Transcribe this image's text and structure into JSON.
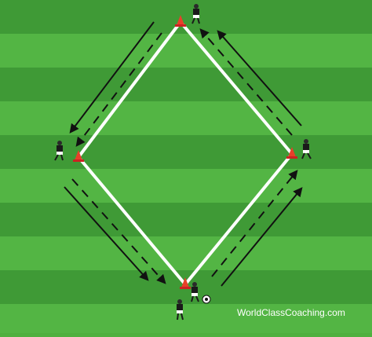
{
  "watermark": {
    "text": "WorldClassCoaching.com"
  },
  "colors": {
    "pitch_light": "#53b544",
    "pitch_dark": "#3f9a36",
    "line": "#ffffff",
    "cone": "#e8402a",
    "run_arrow": "#111111",
    "pass_arrow": "#111111",
    "player_shirt": "#1a1a1a",
    "player_shorts": "#ffffff"
  },
  "elements": {
    "cones": 4,
    "players": 5,
    "ball": 1,
    "run_arrows": 4,
    "pass_arrows": 4
  }
}
